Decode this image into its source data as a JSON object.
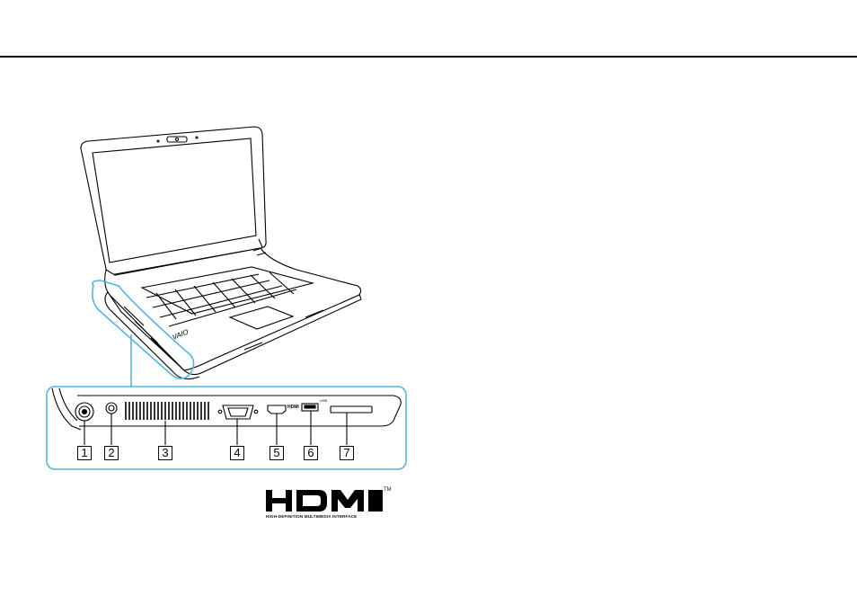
{
  "figure": {
    "laptop_brand_mark": "VAIO",
    "port_callouts": [
      "1",
      "2",
      "3",
      "4",
      "5",
      "6",
      "7"
    ],
    "hdmi_port_label": "HDMI",
    "usb_port_label": "USB"
  },
  "logo": {
    "wordmark": "HDMI",
    "subtitle": "HIGH-DEFINITION MULTIMEDIA INTERFACE",
    "trademark": "TM"
  },
  "colors": {
    "ink": "#000000",
    "outline": "#4fb8d6",
    "rule": "#000000"
  }
}
